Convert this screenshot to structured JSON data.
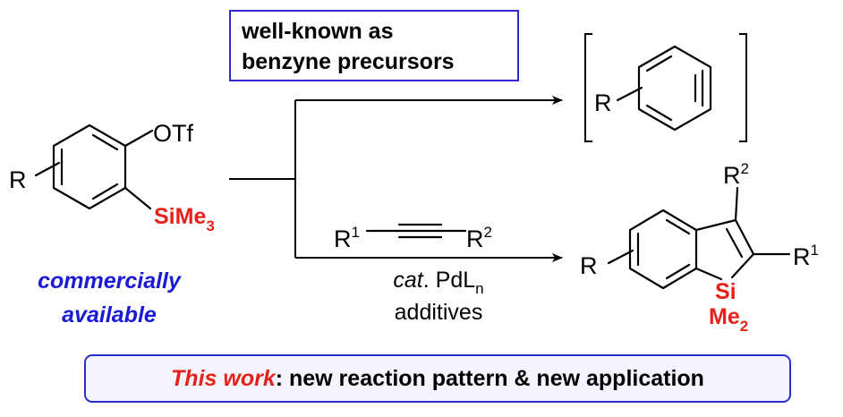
{
  "reactant": {
    "substituent_r": "R",
    "otf_label": "OTf",
    "sime3_main": "SiMe",
    "sime3_sub": "3",
    "note_line1": "commercially",
    "note_line2": "available"
  },
  "upper_box": {
    "line1": "well-known as",
    "line2": "benzyne precursors"
  },
  "benzyne": {
    "substituent_r": "R"
  },
  "alkyne": {
    "r1_main": "R",
    "r1_sup": "1",
    "r2_main": "R",
    "r2_sup": "2"
  },
  "conditions": {
    "cat_word": "cat",
    "cat_dot": ". ",
    "pd_main": "PdL",
    "pd_sub": "n",
    "additives": "additives"
  },
  "product": {
    "substituent_r": "R",
    "r1_main": "R",
    "r1_sup": "1",
    "r2_main": "R",
    "r2_sup": "2",
    "si_label": "Si",
    "me2_main": "Me",
    "me2_sub": "2"
  },
  "bottom_box": {
    "highlight": "This work",
    "rest": ": new reaction pattern & new application"
  },
  "colors": {
    "red": "#e8201a",
    "blue": "#1a1ad6",
    "upper_box_border": "#2b2bd0",
    "bottom_box_border": "#2b2bd0",
    "bottom_box_fill": "#f4f4fc"
  }
}
